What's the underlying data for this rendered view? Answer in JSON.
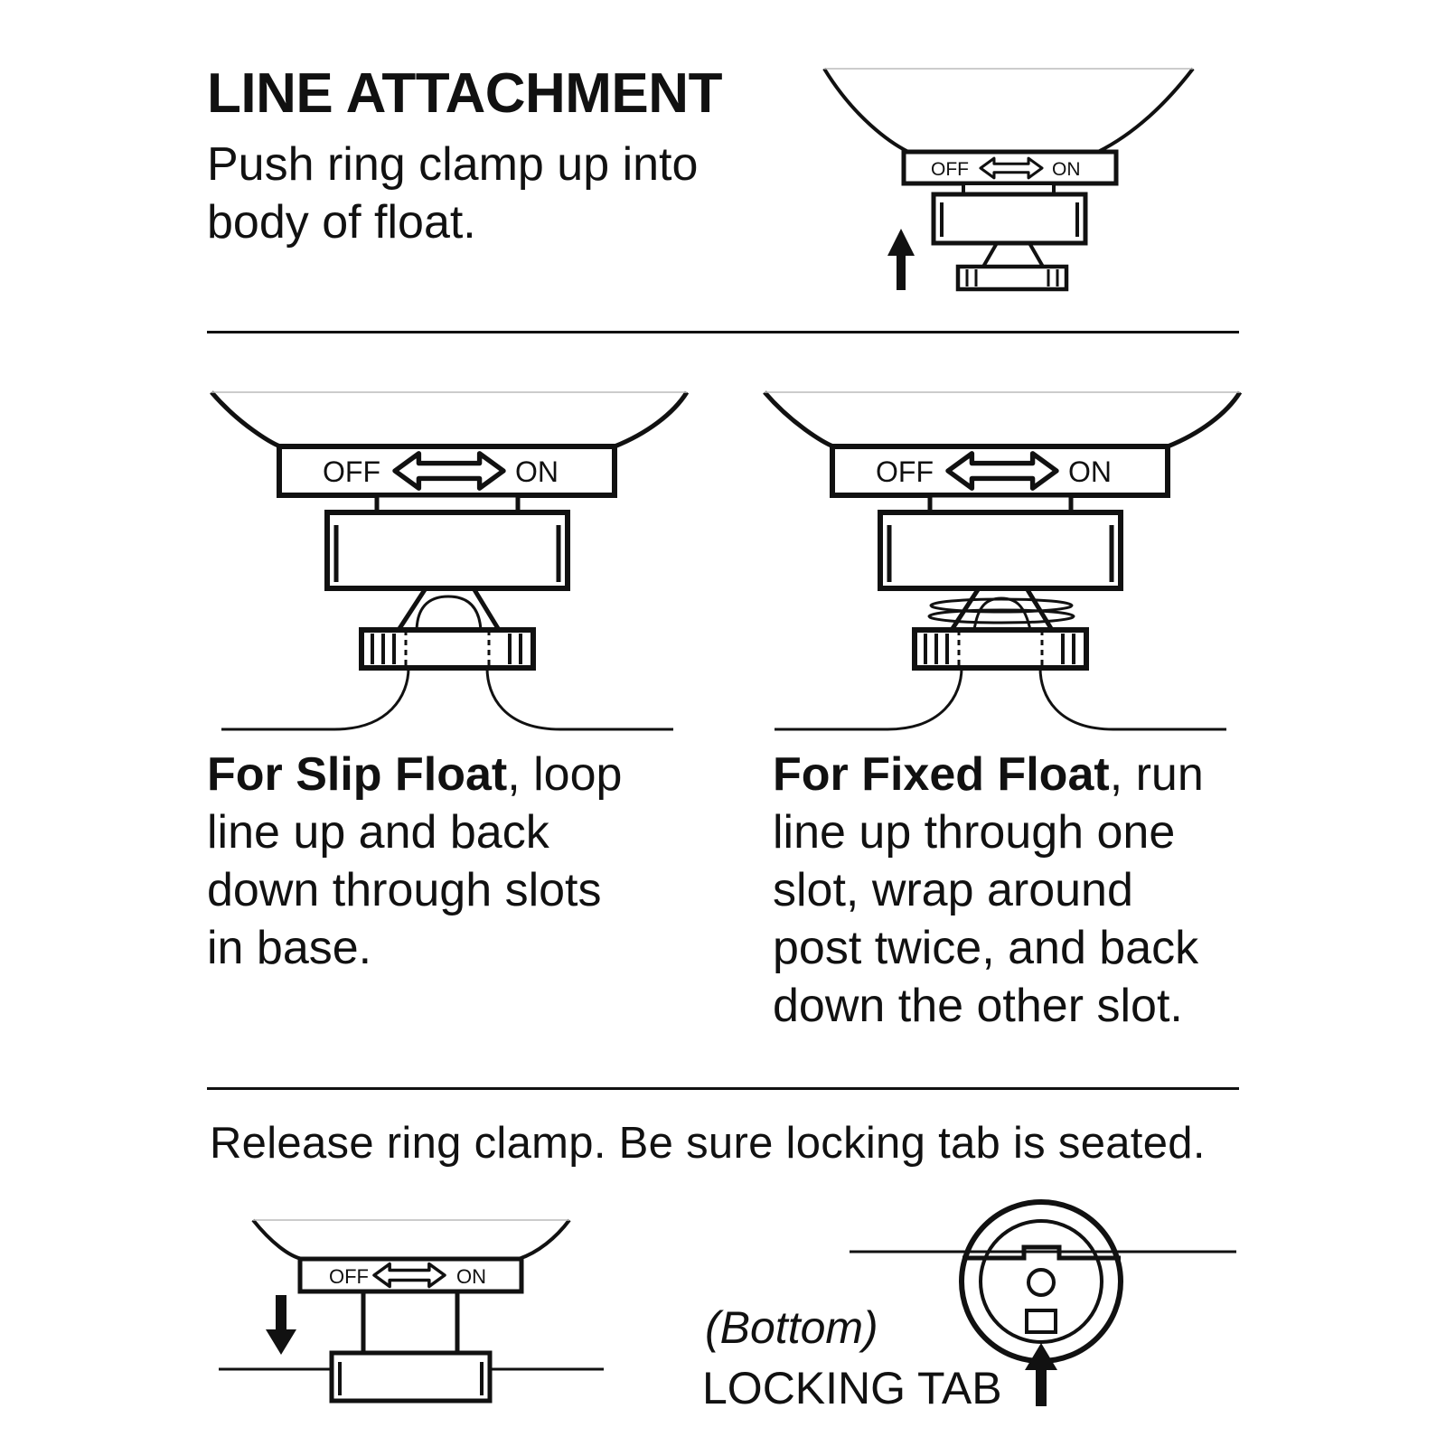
{
  "header": {
    "title": "LINE ATTACHMENT",
    "intro_line1": "Push ring clamp up into",
    "intro_line2": "body of float."
  },
  "switch": {
    "off": "OFF",
    "on": "ON"
  },
  "slip": {
    "bold": "For Slip Float",
    "line1_rest": ", loop",
    "line2": "line up and back",
    "line3": "down through slots",
    "line4": "in base."
  },
  "fixed": {
    "bold": "For Fixed Float",
    "line1_rest": ", run",
    "line2": "line up through one",
    "line3": "slot, wrap around",
    "line4": "post twice, and back",
    "line5": "down the other slot."
  },
  "release": {
    "text": "Release ring clamp. Be sure locking tab is seated."
  },
  "bottom_view": {
    "label": "(Bottom)",
    "tab_label": "LOCKING TAB"
  },
  "icons": [
    "up-arrow-icon",
    "down-arrow-icon",
    "double-arrow-icon"
  ]
}
